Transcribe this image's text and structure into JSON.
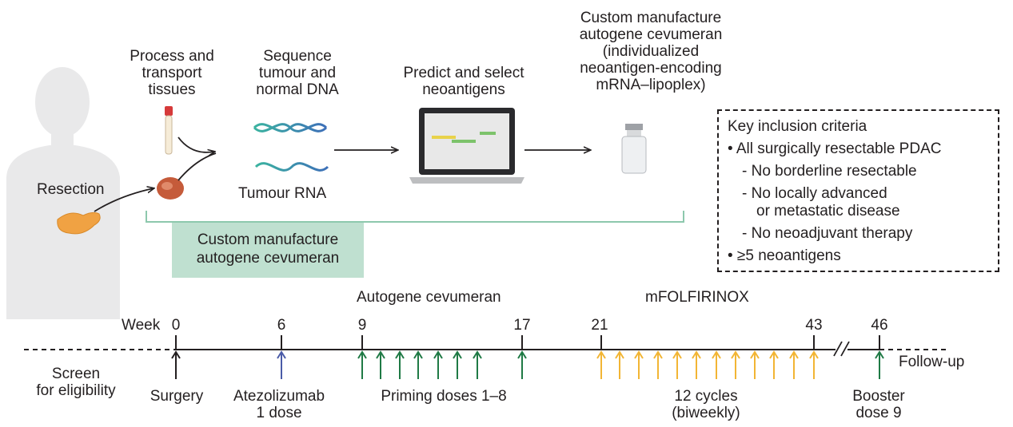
{
  "steps": {
    "process": "Process and\ntransport\ntissues",
    "sequence": "Sequence\ntumour and\nnormal DNA",
    "tumour_rna": "Tumour RNA",
    "predict": "Predict and select\nneoantigens",
    "manufacture": "Custom manufacture\nautogene cevumeran\n(individualized\nneoantigen-encoding\nmRNA–lipoplex)",
    "resection": "Resection",
    "custom_box": "Custom manufacture\nautogene cevumeran"
  },
  "criteria": {
    "title": "Key inclusion criteria",
    "items": [
      "• All surgically resectable PDAC",
      "- No borderline resectable",
      "- No locally advanced",
      "or metastatic disease",
      "- No neoadjuvant therapy",
      "• ≥5 neoantigens"
    ]
  },
  "timeline": {
    "week_label": "Week",
    "weeks": [
      "0",
      "6",
      "9",
      "17",
      "21",
      "43",
      "46"
    ],
    "phase_autogene": "Autogene cevumeran",
    "phase_mfolfirinox": "mFOLFIRINOX",
    "screen": "Screen\nfor eligibility",
    "surgery": "Surgery",
    "atezolizumab": "Atezolizumab\n1 dose",
    "priming": "Priming doses 1–8",
    "cycles": "12 cycles\n(biweekly)",
    "booster": "Booster\ndose 9",
    "follow_up": "Follow-up"
  },
  "colors": {
    "text": "#231f20",
    "surgery_arrow": "#231f20",
    "atezolizumab_arrow": "#4a5ba8",
    "priming_arrow": "#1f7a45",
    "chemo_arrow": "#f2b534",
    "booster_arrow": "#1f7a45",
    "green_box": "#bfe0d0",
    "silhouette": "#e9e9ea"
  }
}
